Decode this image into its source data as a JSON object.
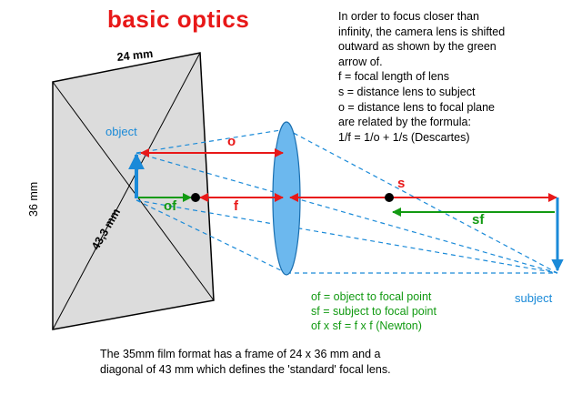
{
  "title": "basic optics",
  "explanation_lines": [
    "In order to focus closer than",
    "infinity, the camera lens is shifted",
    "outward as shown by the green",
    "arrow of.",
    "f = focal length of lens",
    "s = distance lens to subject",
    "o = distance lens to focal plane",
    "are related by the formula:",
    "1/f = 1/o + 1/s   (Descartes)"
  ],
  "newton_lines": [
    "of = object to focal point",
    "sf = subject to focal point",
    "of x sf = f x f    (Newton)"
  ],
  "footer_lines": [
    "The 35mm film format has a frame of 24 x 36 mm and a",
    "diagonal of 43 mm which defines the 'standard' focal lens."
  ],
  "labels": {
    "object": "object",
    "subject": "subject",
    "o": "o",
    "f": "f",
    "s": "s",
    "of": "of",
    "sf": "sf",
    "width": "24 mm",
    "height": "36 mm",
    "diagonal": "43,3 mm"
  },
  "colors": {
    "title": "#e81818",
    "red_arrows": "#e81818",
    "green_arrows": "#129a12",
    "blue_rays": "#1a8ad8",
    "lens_fill": "#6cb8ee",
    "frame_fill": "#dcdcdc"
  }
}
